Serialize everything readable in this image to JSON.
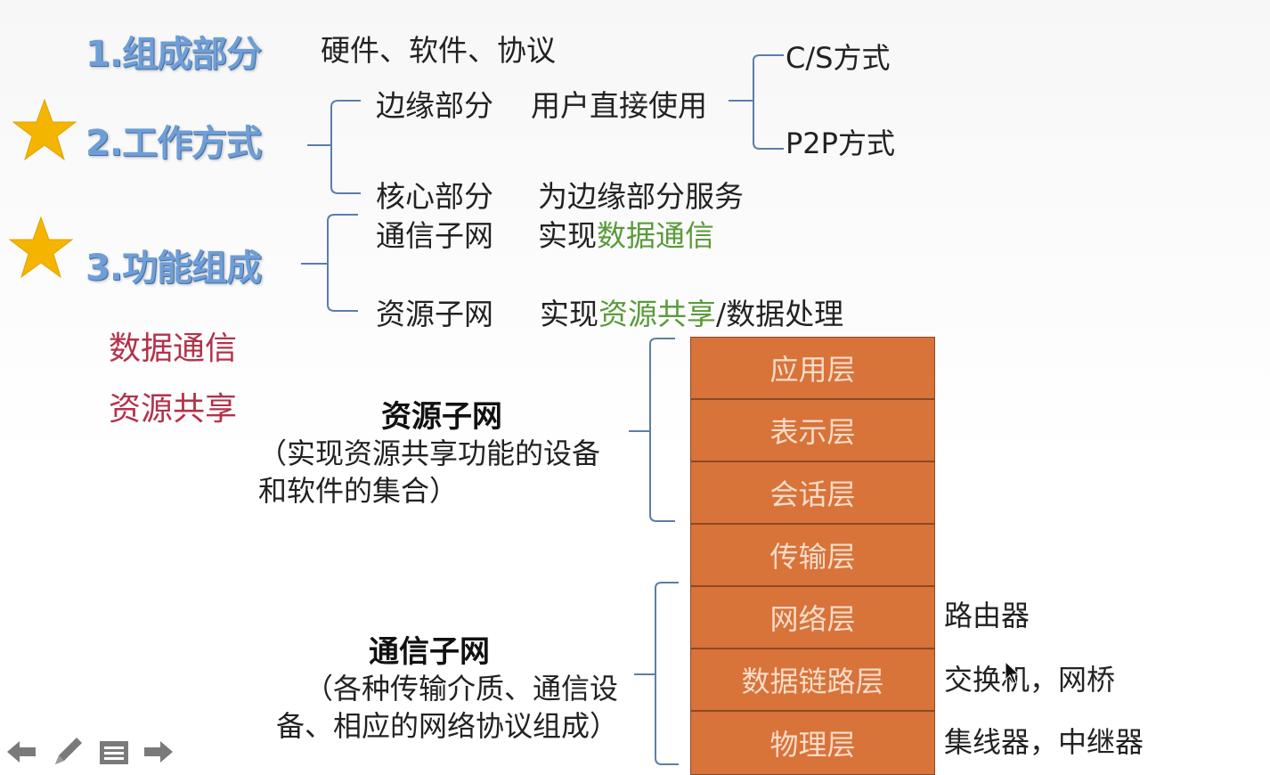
{
  "section1": {
    "heading": "1.组成部分",
    "content": "硬件、软件、协议"
  },
  "section2": {
    "heading": "2.工作方式",
    "edge": {
      "label": "边缘部分",
      "desc": "用户直接使用"
    },
    "modes": [
      "C/S方式",
      "P2P方式"
    ],
    "core": {
      "label": "核心部分",
      "desc": "为边缘部分服务"
    }
  },
  "section3": {
    "heading": "3.功能组成",
    "comm": {
      "label": "通信子网",
      "prefix": "实现",
      "highlight": "数据通信"
    },
    "res": {
      "label": "资源子网",
      "prefix": "实现",
      "highlight": "资源共享",
      "suffix": "/数据处理"
    }
  },
  "functions": [
    "数据通信",
    "资源共享"
  ],
  "resource_block": {
    "title": "资源子网",
    "desc_line1": "（实现资源共享功能的设备",
    "desc_line2": "和软件的集合）"
  },
  "comm_block": {
    "title": "通信子网",
    "desc_line1": "（各种传输介质、通信设",
    "desc_line2": "备、相应的网络协议组成）"
  },
  "layers": [
    "应用层",
    "表示层",
    "会话层",
    "传输层",
    "网络层",
    "数据链路层",
    "物理层"
  ],
  "devices": {
    "network": "路由器",
    "datalink": "交换机，网桥",
    "physical": "集线器，中继器"
  },
  "colors": {
    "heading": "#6f9ed6",
    "star": "#f4b400",
    "layer_fill": "#d8733a",
    "layer_text": "#f6dcc8",
    "highlight": "#5a9a3a",
    "emphasis": "#b3324a"
  },
  "icons": [
    "star-icon",
    "arrow-left-icon",
    "pen-icon",
    "notes-icon",
    "arrow-right-icon"
  ]
}
